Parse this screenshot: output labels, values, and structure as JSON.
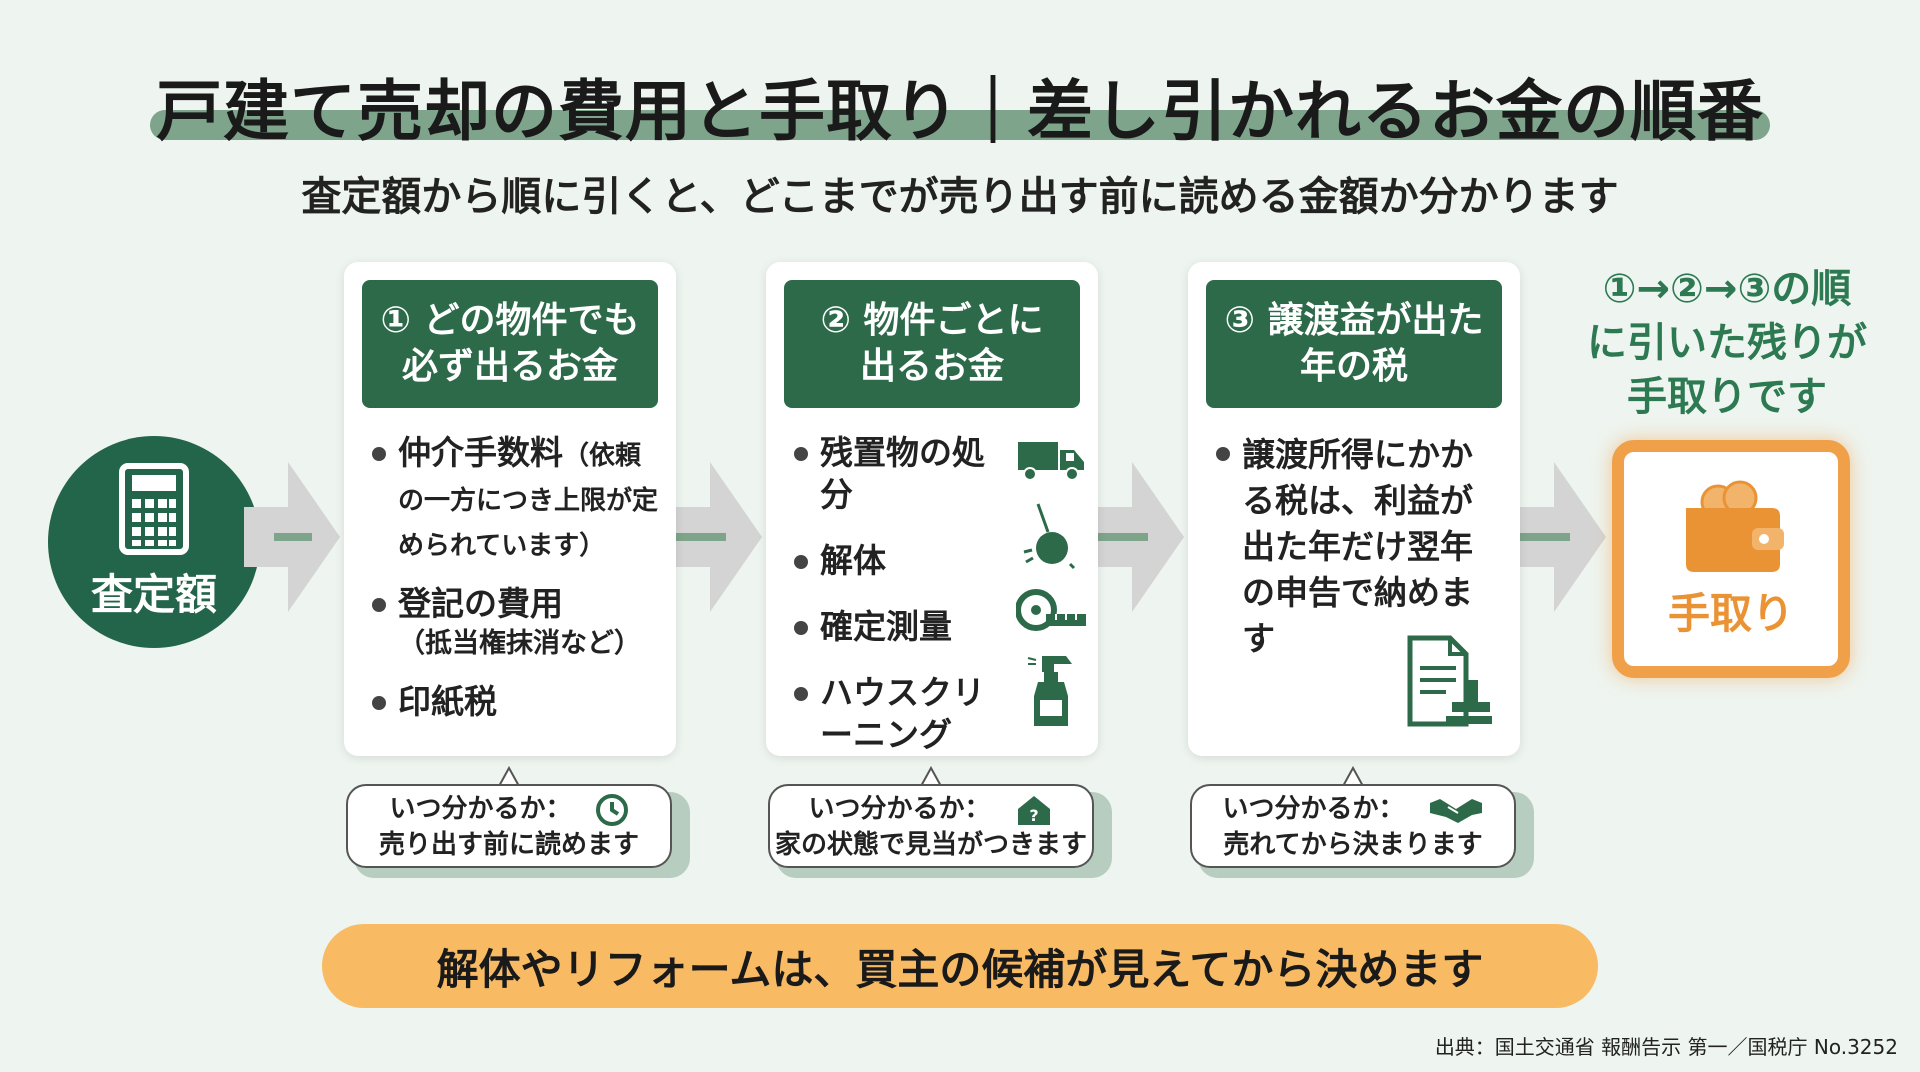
{
  "title": "戸建て売却の費用と手取り｜差し引かれるお金の順番",
  "subtitle": "査定額から順に引くと、どこまでが売り出す前に読める金額か分かります",
  "start": {
    "label": "査定額",
    "icon": "calculator-icon"
  },
  "cards": [
    {
      "header": "① どの物件でも\n必ず出るお金",
      "items": [
        {
          "text": "仲介手数料",
          "note": "（依頼の一方につき上限が定められています）"
        },
        {
          "text": "登記の費用",
          "sub": "（抵当権抹消など）"
        },
        {
          "text": "印紙税"
        }
      ],
      "when_label": "いつ分かるか：",
      "when_value": "売り出す前に読めます",
      "when_icon": "clock-icon"
    },
    {
      "header": "② 物件ごとに\n出るお金",
      "items": [
        {
          "text": "残置物の処分",
          "icon": "truck-icon"
        },
        {
          "text": "解体",
          "icon": "wrecking-ball-icon"
        },
        {
          "text": "確定測量",
          "icon": "tape-measure-icon"
        },
        {
          "text": "ハウスクリーニング",
          "icon": "spray-bottle-icon"
        }
      ],
      "when_label": "いつ分かるか：",
      "when_value": "家の状態で見当がつきます",
      "when_icon": "house-question-icon"
    },
    {
      "header": "③ 譲渡益が出た\n年の税",
      "items": [
        {
          "text": "譲渡所得にかかる税は、利益が出た年だけ翌年の申告で納めます"
        }
      ],
      "when_label": "いつ分かるか：",
      "when_value": "売れてから決まります",
      "when_icon": "handshake-icon",
      "doc_icon": "tax-document-stamp-icon"
    }
  ],
  "result": {
    "caption": "①→②→③の順\nに引いた残りが\n手取りです",
    "label": "手取り",
    "icon": "wallet-icon"
  },
  "banner": "解体やリフォームは、買主の候補が見えてから決めます",
  "source": "出典：国土交通省 報酬告示 第一／国税庁 No.3252",
  "colors": {
    "green": "#2d6a4a",
    "dark_green": "#23654a",
    "orange": "#f1a04a",
    "banner": "#f8bb63",
    "arrow": "#d4d4d4"
  }
}
